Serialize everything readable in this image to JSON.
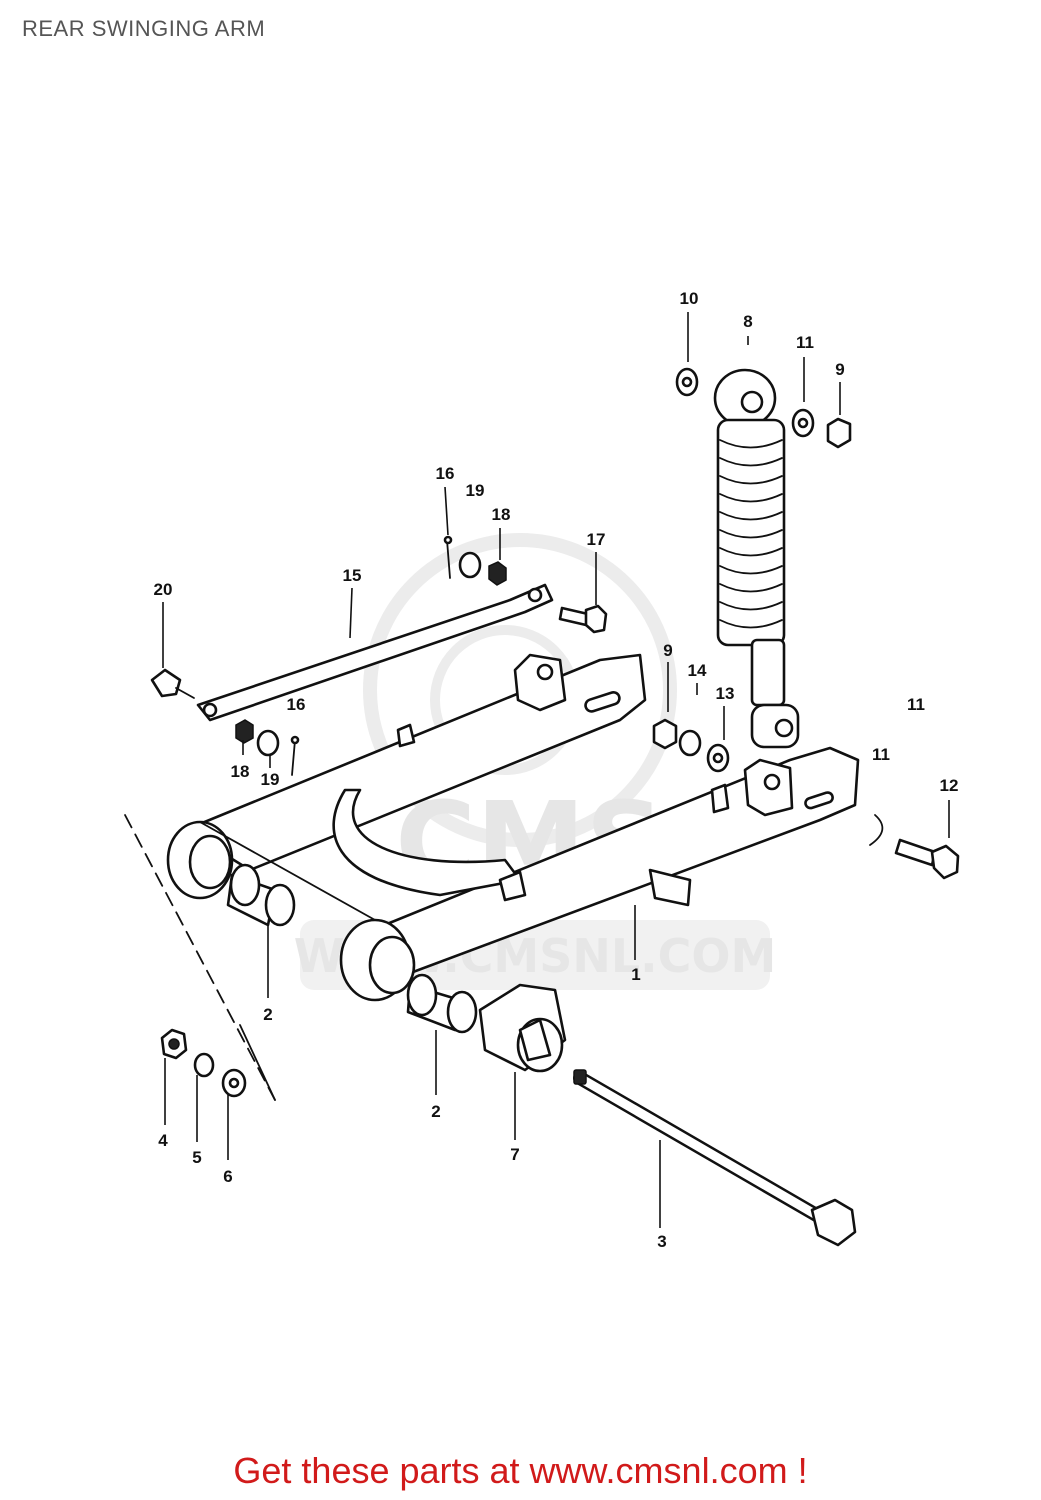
{
  "page": {
    "title": "REAR SWINGING ARM",
    "footer": "Get these parts at www.cmsnl.com !"
  },
  "watermark": {
    "logo": "CMS",
    "url": "WWW.CMSNL.COM"
  },
  "colors": {
    "title": "#555555",
    "footer": "#d11a1a",
    "line": "#111111",
    "watermark": "#e6e6e6"
  },
  "callouts": [
    "10",
    "8",
    "11",
    "9",
    "16",
    "19",
    "18",
    "17",
    "15",
    "20",
    "9",
    "14",
    "13",
    "18",
    "19",
    "16",
    "11",
    "11",
    "12",
    "1",
    "2",
    "2",
    "4",
    "5",
    "6",
    "7",
    "3"
  ]
}
